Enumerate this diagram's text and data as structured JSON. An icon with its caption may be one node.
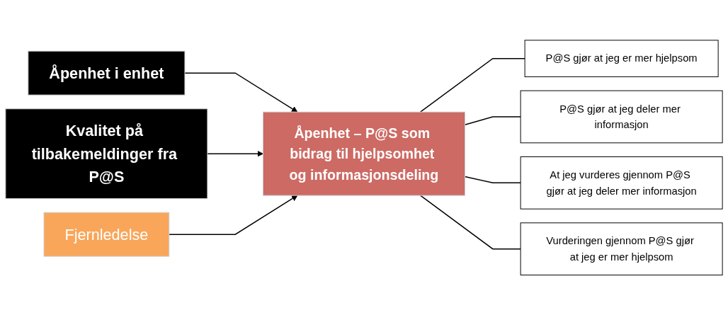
{
  "diagram": {
    "nodes": [
      {
        "text": [
          "Åpenhet i enhet"
        ]
      },
      {
        "text": [
          "Kvalitet på tilbakemeldinger fra P@S"
        ]
      },
      {
        "text": [
          "Fjernledelse"
        ]
      },
      {
        "text": [
          "Åpenhet – P@S som bidrag til hjelpsomhet og informasjonsdeling"
        ]
      },
      {
        "text": [
          "P@S gjør at jeg er mer hjelpsom"
        ]
      },
      {
        "text": [
          "P@S gjør at jeg deler mer informasjon"
        ]
      },
      {
        "text": [
          "At jeg vurderes gjennom P@S gjør at jeg deler mer informasjon"
        ]
      },
      {
        "text": [
          "Vurderingen gjennom P@S gjør at jeg er mer hjelpsom"
        ]
      }
    ],
    "edges": [
      {
        "from": 0,
        "to": 3,
        "arrow": "to"
      },
      {
        "from": 1,
        "to": 3,
        "arrow": "to"
      },
      {
        "from": 2,
        "to": 3,
        "arrow": "to"
      },
      {
        "from": 3,
        "to": 4,
        "arrow": "none"
      },
      {
        "from": 3,
        "to": 5,
        "arrow": "none"
      },
      {
        "from": 3,
        "to": 6,
        "arrow": "none"
      },
      {
        "from": 3,
        "to": 7,
        "arrow": "none"
      }
    ]
  }
}
